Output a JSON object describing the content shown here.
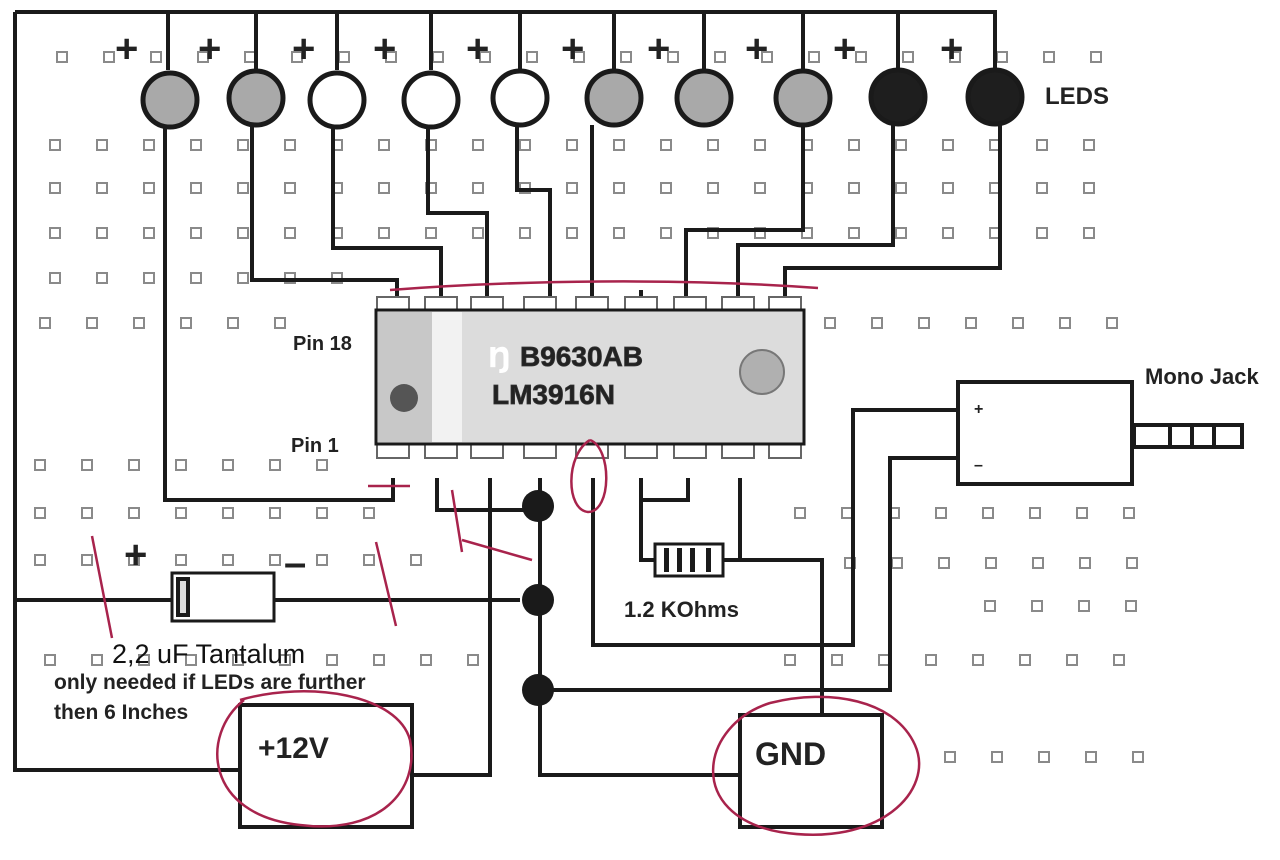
{
  "labels": {
    "leds": "LEDS",
    "pin18": "Pin 18",
    "pin1": "Pin 1",
    "chip_line1": "B9630AB",
    "chip_line2": "LM3916N",
    "mono_jack": "Mono Jack",
    "jack_plus": "+",
    "jack_minus": "–",
    "resistor": "1.2 KOhms",
    "capacitor": "2,2 uF Tantalum",
    "cap_note_line1": "only needed if LEDs are further",
    "cap_note_line2": "then 6 Inches",
    "cap_plus": "+",
    "cap_minus": "–",
    "v12": "+12V",
    "gnd": "GND",
    "led_plus": "+"
  },
  "leds": [
    {
      "fill": "gray"
    },
    {
      "fill": "gray"
    },
    {
      "fill": "white"
    },
    {
      "fill": "white"
    },
    {
      "fill": "white"
    },
    {
      "fill": "gray"
    },
    {
      "fill": "gray"
    },
    {
      "fill": "gray"
    },
    {
      "fill": "black"
    },
    {
      "fill": "black"
    }
  ],
  "colors": {
    "wire": "#1a1a1a",
    "annotation": "#a8234c",
    "led_gray": "#a9a9a9",
    "led_black": "#1e1e1e",
    "led_white": "#ffffff",
    "chip_body": "#dcdcdc"
  }
}
